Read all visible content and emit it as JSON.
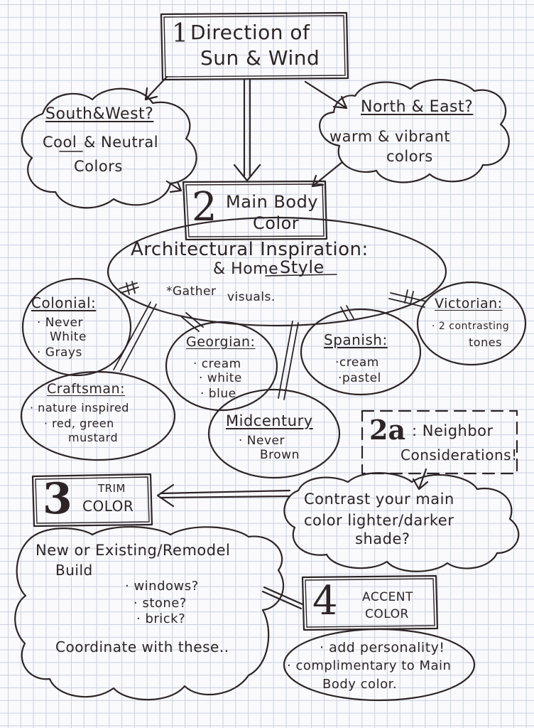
{
  "step1": {
    "number": "1",
    "title_line1": "Direction of",
    "title_line2": "Sun & Wind"
  },
  "south_west": {
    "heading": "South&West?",
    "line1_a": "Cool",
    "line1_b": "& Neutral",
    "line2": "Colors"
  },
  "north_east": {
    "heading": "North & East?",
    "line1": "warm & vibrant",
    "line2": "colors"
  },
  "step2": {
    "number": "2",
    "title_line1": "Main Body",
    "title_line2": "Color"
  },
  "arch": {
    "line1": "Architectural Inspiration:",
    "line2_a": "& Home",
    "line2_b": "Style",
    "note_a": "*Gather",
    "note_b": "visuals."
  },
  "colonial": {
    "title": "Colonial:",
    "items": [
      "· Never",
      "White",
      "· Grays"
    ]
  },
  "georgian": {
    "title": "Georgian:",
    "items": [
      "· cream",
      "· white",
      "· blue"
    ]
  },
  "spanish": {
    "title": "Spanish:",
    "items": [
      "·cream",
      "·pastel"
    ]
  },
  "victorian": {
    "title": "Victorian:",
    "items": [
      "· 2 contrasting",
      "tones"
    ]
  },
  "craftsman": {
    "title": "Craftsman:",
    "items": [
      "· nature inspired",
      "· red, green",
      "mustard"
    ]
  },
  "midcentury": {
    "title": "Midcentury",
    "items": [
      "· Never",
      "Brown"
    ]
  },
  "step2a": {
    "number": "2a",
    "title_line1": ": Neighbor",
    "title_line2": "Considerations!"
  },
  "contrast": {
    "line1": "Contrast your main",
    "line2": "color lighter/darker",
    "line3": "shade?"
  },
  "step3": {
    "number": "3",
    "title_line1": "TRIM",
    "title_line2": "COLOR"
  },
  "trim": {
    "line1": "New or Existing/Remodel",
    "line2": "Build",
    "items": [
      "· windows?",
      "· stone?",
      "· brick?"
    ],
    "footer": "Coordinate with these.."
  },
  "step4": {
    "number": "4",
    "title_line1": "ACCENT",
    "title_line2": "COLOR"
  },
  "accent": {
    "line1": "· add personality!",
    "line2": "· complimentary to Main",
    "line3": "Body color."
  },
  "colors": {
    "ink": "#2e2426",
    "grid": "#c9cfe0",
    "paper": "#fafafc"
  }
}
